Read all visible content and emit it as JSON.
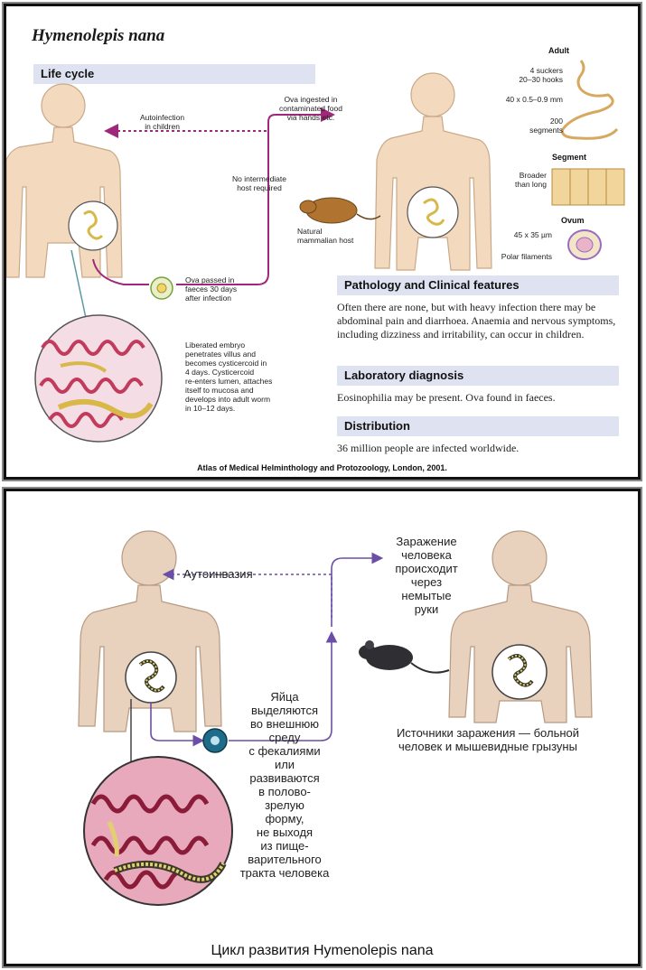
{
  "panel1": {
    "title": "Hymenolepis nana",
    "section": "Life cycle",
    "labels": {
      "autoinfection": "Autoinfection\nin children",
      "ova_ingested": "Ova ingested in\ncontaminated food\nvia hands etc.",
      "no_intermediate": "No intermediate\nhost required",
      "natural_host": "Natural\nmammalian host",
      "ova_passed": "Ova passed in\nfaeces 30 days\nafter infection",
      "liberated": "Liberated embryo\npenetrates villus and\nbecomes cysticercoid in\n4 days. Cysticercoid\nre-enters lumen, attaches\nitself to mucosa and\ndevelops into adult worm\nin 10–12 days."
    },
    "specimen": {
      "adult_title": "Adult",
      "suckers": "4 suckers\n20–30 hooks",
      "size": "40 x 0.5–0.9 mm",
      "segments": "200\nsegments",
      "segment_title": "Segment",
      "broader": "Broader\nthan long",
      "ovum_title": "Ovum",
      "ovum_size": "45 x 35 µm",
      "polar": "Polar filaments"
    },
    "pathology": {
      "heading": "Pathology and Clinical features",
      "text": "Often there are none, but with heavy infection there may be abdominal pain and diarrhoea. Anaemia and nervous symptoms, including dizziness and irritability, can occur in children."
    },
    "lab": {
      "heading": "Laboratory diagnosis",
      "text": "Eosinophilia may be present. Ova found in faeces."
    },
    "distribution": {
      "heading": "Distribution",
      "text": "36 million people are infected worldwide."
    },
    "caption": "Atlas of Medical Helminthology and Protozoology, London, 2001."
  },
  "panel2": {
    "autoinvasion": "Аутоинвазия",
    "infection_text": "Заражение\nчеловека\nпроисходит\nчерез\nнемытые\nруки",
    "eggs_text": "Яйца\nвыделяются\nво внешнюю\nсреду\nс фекалиями\nили\nразвиваются\nв полово-\nзрелую\nформу,\nне выходя\nиз пище-\nварительного\nтракта человека",
    "sources": "Источники заражения — больной\nчеловек и мышевидные грызуны",
    "caption": "Цикл развития Hymenolepis nana"
  },
  "colors": {
    "skin": "#f3d9bd",
    "skin_outline": "#c9a98a",
    "arrow": "#a0287a",
    "arrow2": "#6b4fa6",
    "worm": "#d9b84a",
    "tissue": "#e7a3b6",
    "bar": "#dfe3f1"
  }
}
